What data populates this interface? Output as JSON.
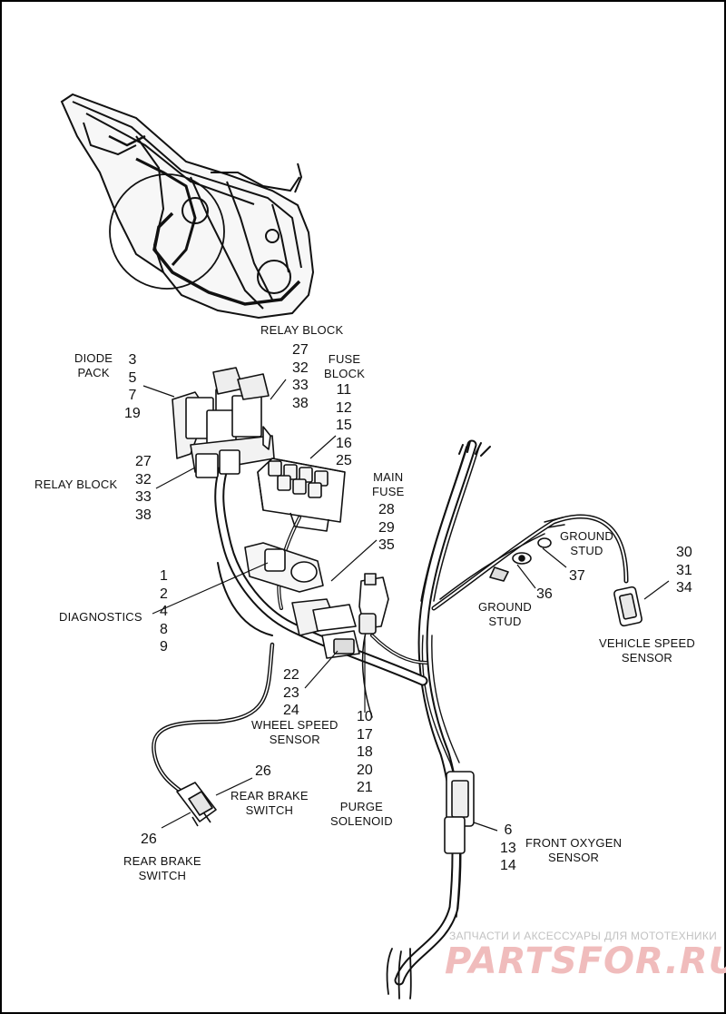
{
  "labels": {
    "relay_block_top": [
      "RELAY BLOCK"
    ],
    "diode_pack": [
      "DIODE",
      "PACK"
    ],
    "fuse_block": [
      "FUSE",
      "BLOCK"
    ],
    "relay_block_left": [
      "RELAY BLOCK"
    ],
    "main_fuse": [
      "MAIN",
      "FUSE"
    ],
    "ground_stud_upper": [
      "GROUND",
      "STUD"
    ],
    "ground_stud_lower": [
      "GROUND",
      "STUD"
    ],
    "diagnostics": [
      "DIAGNOSTICS"
    ],
    "vehicle_speed_sensor": [
      "VEHICLE SPEED",
      "SENSOR"
    ],
    "wheel_speed_sensor": [
      "WHEEL SPEED",
      "SENSOR"
    ],
    "rear_brake_switch_right": [
      "REAR BRAKE",
      "SWITCH"
    ],
    "rear_brake_switch_bottom": [
      "REAR BRAKE",
      "SWITCH"
    ],
    "purge_solenoid": [
      "PURGE",
      "SOLENOID"
    ],
    "front_oxygen_sensor": [
      "FRONT OXYGEN",
      "SENSOR"
    ]
  },
  "callouts": {
    "diode_pack": [
      "3",
      "5",
      "7",
      "19"
    ],
    "relay_block_top": [
      "27",
      "32",
      "33",
      "38"
    ],
    "fuse_block": [
      "11",
      "12",
      "15",
      "16",
      "25"
    ],
    "relay_block_left": [
      "27",
      "32",
      "33",
      "38"
    ],
    "main_fuse": [
      "28",
      "29",
      "35"
    ],
    "diagnostics": [
      "1",
      "2",
      "4",
      "8",
      "9"
    ],
    "vehicle_speed_sensor": [
      "30",
      "31",
      "34"
    ],
    "ground_stud_upper": [
      "37"
    ],
    "ground_stud_lower": [
      "36"
    ],
    "wheel_speed_sensor": [
      "22",
      "23",
      "24"
    ],
    "purge_solenoid": [
      "10",
      "17",
      "18",
      "20",
      "21"
    ],
    "rear_brake_switch_right": [
      "26"
    ],
    "rear_brake_switch_bottom": [
      "26"
    ],
    "front_oxygen_sensor": [
      "6",
      "13",
      "14"
    ]
  },
  "watermark": {
    "caption": "ЗАПЧАСТИ И АКСЕССУАРЫ ДЛЯ МОТОТЕХНИКИ",
    "logo": "PARTSFOR.RU"
  }
}
